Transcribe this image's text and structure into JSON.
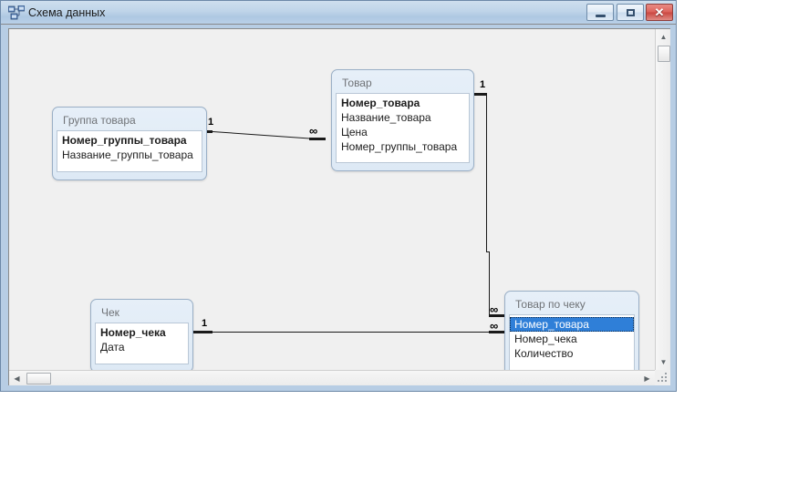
{
  "window": {
    "title": "Схема данных",
    "icon": "relationships-icon",
    "buttons": {
      "minimize": "minimize-icon",
      "maximize": "restore-icon",
      "close": "✕"
    }
  },
  "scrollbars": {
    "vertical": {
      "up": "▲",
      "down": "▼"
    },
    "horizontal": {
      "left": "◀",
      "right": "▶"
    }
  },
  "tables": [
    {
      "id": "gruppa-tovara",
      "title": "Группа товара",
      "fields": [
        {
          "name": "Номер_группы_товара",
          "key": true,
          "selected": false
        },
        {
          "name": "Название_группы_товара",
          "key": false,
          "selected": false
        }
      ]
    },
    {
      "id": "tovar",
      "title": "Товар",
      "fields": [
        {
          "name": "Номер_товара",
          "key": true,
          "selected": false
        },
        {
          "name": "Название_товара",
          "key": false,
          "selected": false
        },
        {
          "name": "Цена",
          "key": false,
          "selected": false
        },
        {
          "name": "Номер_группы_товара",
          "key": false,
          "selected": false
        }
      ]
    },
    {
      "id": "chek",
      "title": "Чек",
      "fields": [
        {
          "name": "Номер_чека",
          "key": true,
          "selected": false
        },
        {
          "name": "Дата",
          "key": false,
          "selected": false
        }
      ]
    },
    {
      "id": "tovar-po-cheku",
      "title": "Товар по чеку",
      "fields": [
        {
          "name": "Номер_товара",
          "key": false,
          "selected": true
        },
        {
          "name": "Номер_чека",
          "key": false,
          "selected": false
        },
        {
          "name": "Количество",
          "key": false,
          "selected": false
        }
      ]
    }
  ],
  "relationships": [
    {
      "id": "rel-gruppa-tovar",
      "from": "Группа товара",
      "to": "Товар",
      "one": "1",
      "many": "∞"
    },
    {
      "id": "rel-tovar-tovarpocheku",
      "from": "Товар",
      "to": "Товар по чеку",
      "one": "1",
      "many": "∞"
    },
    {
      "id": "rel-chek-tovarpocheku",
      "from": "Чек",
      "to": "Товар по чеку",
      "one": "1",
      "many": "∞"
    }
  ]
}
